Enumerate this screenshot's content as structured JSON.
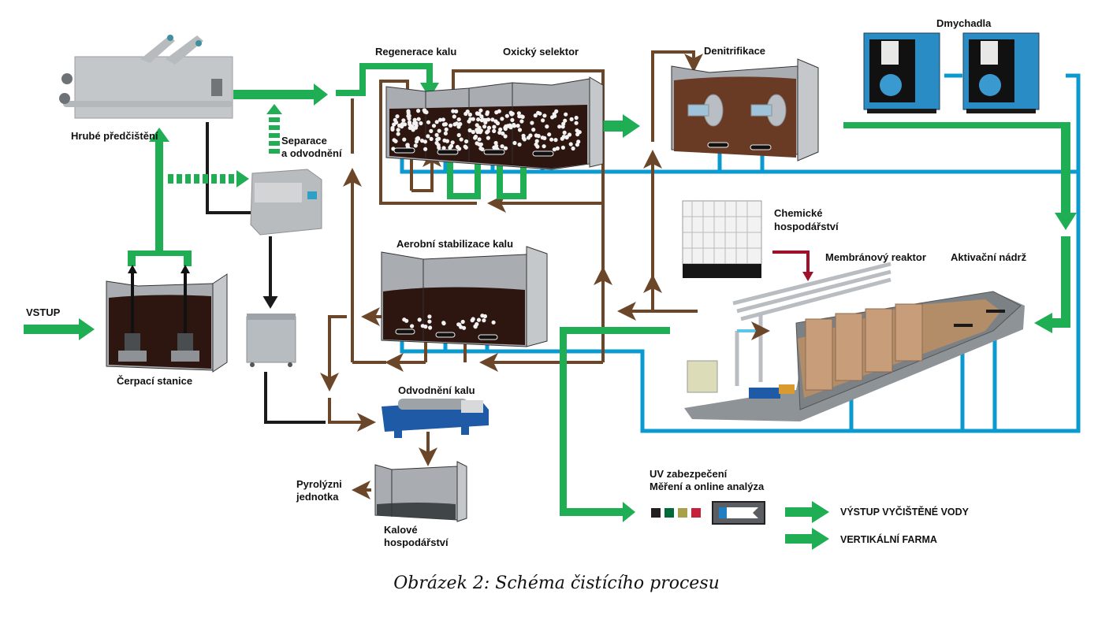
{
  "colors": {
    "water": "#1fae54",
    "sludge": "#6b4628",
    "air": "#0a9ad0",
    "screenings": "#1a1a1a",
    "chemical": "#a0102a",
    "liquor": "#2e1610",
    "tank_wall": "#a9adb2"
  },
  "labels": {
    "coarse_pretreatment": "Hrubé předčištění",
    "separation_line1": "Separace",
    "separation_line2": "a odvodnění",
    "sludge_regeneration": "Regenerace kalu",
    "oxic_selector": "Oxický selektor",
    "denitrification": "Denitrifikace",
    "blowers": "Dmychadla",
    "chemical_line1": "Chemické",
    "chemical_line2": "hospodářství",
    "membrane_reactor": "Membránový reaktor",
    "activation_tank": "Aktivační nádrž",
    "aerobic_stabilization": "Aerobní stabilizace kalu",
    "input": "VSTUP",
    "pumping_station": "Čerpací stanice",
    "sludge_dewatering": "Odvodnění kalu",
    "pyrolysis_line1": "Pyrolýzni",
    "pyrolysis_line2": "jednotka",
    "sludge_management_line1": "Kalové",
    "sludge_management_line2": "hospodářství",
    "uv_line1": "UV zabezpečení",
    "uv_line2": "Měření a online analýza"
  },
  "legend": {
    "outputs": [
      {
        "label": "VÝSTUP VYČIŠTĚNÉ VODY"
      },
      {
        "label": "VERTIKÁLNÍ  FARMA"
      }
    ],
    "analyzer_swatches": [
      "#231f20",
      "#006b3a",
      "#a9a14a",
      "#c8203a"
    ]
  },
  "caption": "Obrázek 2: Schéma čistícího procesu"
}
